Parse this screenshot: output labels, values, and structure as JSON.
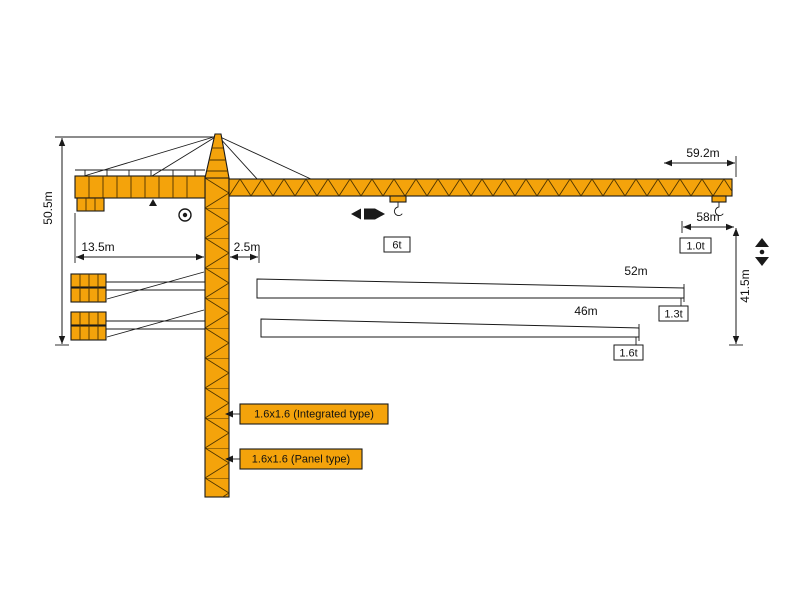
{
  "diagram": {
    "subject": "tower-crane-specification-diagram",
    "colors": {
      "crane_orange": "#F4A30B",
      "outline": "#1A1A1A",
      "label_box_bg": "#F4A30B",
      "background": "#FFFFFF"
    },
    "dims": {
      "total_height": "50.5m",
      "counter_radius": "13.5m",
      "rear_clearance": "2.5m",
      "max_radius": "59.2m",
      "tip_radius": "58m",
      "hook_height": "41.5m"
    },
    "loads": {
      "max_load": "6t",
      "tip_load": "1.0t"
    },
    "jib_configs": [
      {
        "length": "52m",
        "tip_load": "1.3t"
      },
      {
        "length": "46m",
        "tip_load": "1.6t"
      }
    ],
    "mast_labels": [
      {
        "text": "1.6x1.6 (Integrated type)"
      },
      {
        "text": "1.6x1.6 (Panel type)"
      }
    ],
    "icons": [
      "slewing-icon",
      "trolley-direction-icon",
      "hoist-direction-icon",
      "position-marker-icon",
      "pointer-arrow-icon"
    ]
  }
}
